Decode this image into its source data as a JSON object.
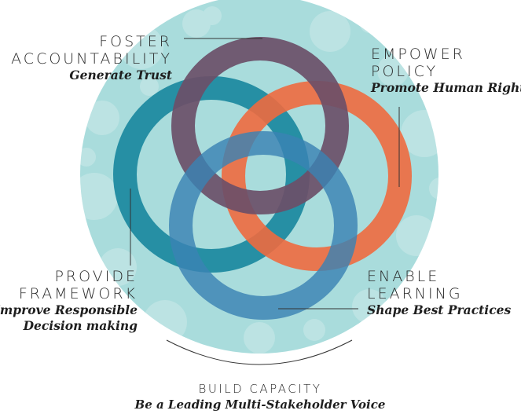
{
  "colors": {
    "background_circle": "#a9dcdc",
    "ring_purple": "#6b4f68",
    "ring_orange": "#ee6a3f",
    "ring_teal": "#1f8aa0",
    "ring_blue": "#3a82b3",
    "text_dark": "#2a2a2a"
  },
  "sections": {
    "foster": {
      "line1": "FOSTER",
      "line2": "ACCOUNTABILITY",
      "subtitle": "Generate Trust"
    },
    "empower": {
      "line1": "EMPOWER",
      "line2": "POLICY",
      "subtitle": "Promote Human Rights"
    },
    "provide": {
      "line1": "PROVIDE",
      "line2": "FRAMEWORK",
      "subtitle1": "Improve Responsible",
      "subtitle2": "Decision making"
    },
    "enable": {
      "line1": "ENABLE",
      "line2": "LEARNING",
      "subtitle": "Shape Best Practices"
    },
    "build": {
      "title": "BUILD CAPACITY",
      "subtitle": "Be a Leading Multi-Stakeholder Voice"
    }
  }
}
